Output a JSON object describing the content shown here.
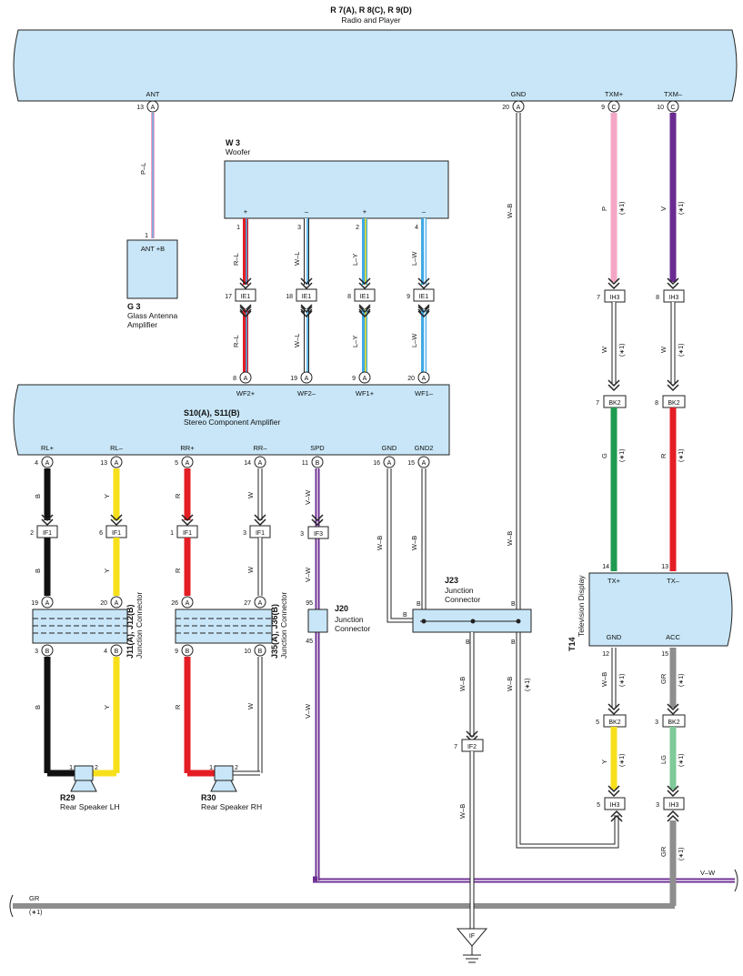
{
  "colors": {
    "box": "#c8e6f7",
    "P": "#f4a6c6",
    "V": "#6a2b90",
    "R": "#e31e24",
    "G": "#1e9b50",
    "Y": "#f7e01b",
    "B": "#111111",
    "GR": "#8e8e8e",
    "LG": "#7fc99a",
    "WB": "#ffffff",
    "VW": "#6a2b90",
    "PL": "#f4a6c6",
    "L": "#3fa9e6"
  },
  "radio": {
    "title": "R 7(A), R 8(C), R 9(D)",
    "subtitle": "Radio and Player",
    "ANT": "ANT",
    "GND": "GND",
    "TXMP": "TXM+",
    "TXMM": "TXM–",
    "p13": "13",
    "p20": "20",
    "p9": "9",
    "p10": "10",
    "A": "A",
    "C": "C"
  },
  "g3": {
    "title": "G 3",
    "subtitle1": "Glass Antenna",
    "subtitle2": "Amplifier",
    "label": "ANT +B",
    "pin": "1",
    "wire": "P–L"
  },
  "woofer": {
    "title": "W 3",
    "subtitle": "Woofer",
    "plus": "+",
    "minus": "–",
    "pins": [
      "1",
      "3",
      "2",
      "4"
    ],
    "wires": [
      "R–L",
      "W–L",
      "L–Y",
      "L–W"
    ]
  },
  "ie1": {
    "name": "IE1",
    "pins": [
      "17",
      "18",
      "8",
      "9"
    ]
  },
  "amp": {
    "title": "S10(A), S11(B)",
    "subtitle": "Stereo Component Amplifier",
    "top_pins": [
      "8",
      "19",
      "9",
      "20"
    ],
    "top_labels": [
      "WF2+",
      "WF2–",
      "WF1+",
      "WF1–"
    ],
    "bottom_pins": [
      "4",
      "13",
      "5",
      "14",
      "11",
      "16",
      "15"
    ],
    "bottom_labels": [
      "RL+",
      "RL–",
      "RR+",
      "RR–",
      "SPD",
      "GND",
      "GND2"
    ],
    "letters": [
      "A",
      "A",
      "A",
      "A",
      "B",
      "A",
      "A"
    ]
  },
  "wires": {
    "B": "B",
    "Y": "Y",
    "R": "R",
    "W": "W",
    "VW": "V–W",
    "WB": "W–B",
    "P": "P",
    "V": "V",
    "G": "G",
    "GR": "GR",
    "LG": "LG",
    "note": "(∗1)"
  },
  "if1": {
    "name": "IF1",
    "pins": [
      "2",
      "6",
      "1",
      "3"
    ]
  },
  "if3": {
    "name": "IF3",
    "pin": "3"
  },
  "if2": {
    "name": "IF2",
    "pin": "7"
  },
  "ih3": {
    "name": "IH3",
    "pins": [
      "7",
      "8"
    ],
    "bottom_pins": [
      "5",
      "3"
    ]
  },
  "bk2": {
    "name": "BK2",
    "pins": [
      "7",
      "8"
    ],
    "bottom_pins": [
      "5",
      "3"
    ]
  },
  "j11": {
    "title": "J11(A), J12(B)",
    "subtitle": "Junction Connector",
    "top": [
      "19",
      "20"
    ],
    "bottom": [
      "3",
      "4"
    ]
  },
  "j35": {
    "title": "J35(A), J36(B)",
    "subtitle": "Junction Connector",
    "top": [
      "26",
      "27"
    ],
    "bottom": [
      "9",
      "10"
    ]
  },
  "j20": {
    "title": "J20",
    "subtitle1": "Junction",
    "subtitle2": "Connector",
    "top": "95",
    "bottom": "45"
  },
  "j23": {
    "title": "J23",
    "subtitle1": "Junction",
    "subtitle2": "Connector",
    "B": "B"
  },
  "t14": {
    "title": "T14",
    "subtitle": "Television Display",
    "TXP": "TX+",
    "TXM": "TX–",
    "GND": "GND",
    "ACC": "ACC",
    "p14": "14",
    "p13": "13",
    "p12": "12",
    "p15": "15"
  },
  "r29": {
    "title": "R29",
    "subtitle": "Rear Speaker LH",
    "p1": "1",
    "p2": "2"
  },
  "r30": {
    "title": "R30",
    "subtitle": "Rear Speaker RH",
    "p1": "1",
    "p2": "2"
  },
  "ground": {
    "label": "IF"
  }
}
